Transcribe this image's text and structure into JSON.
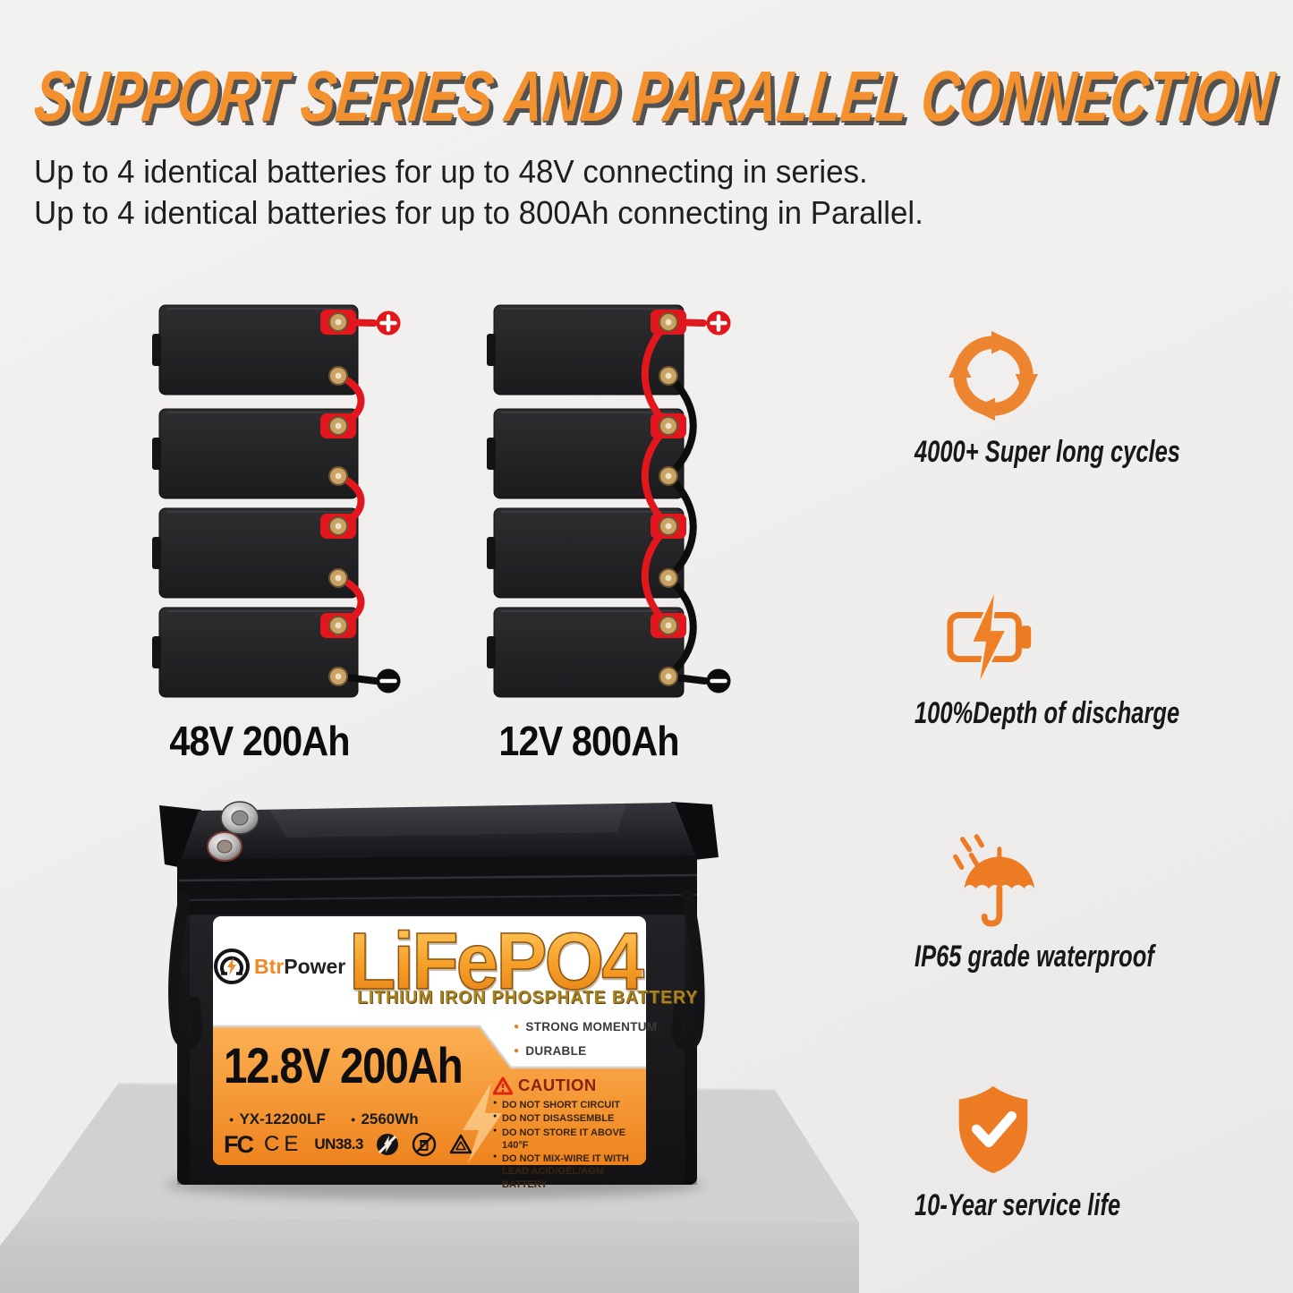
{
  "title": {
    "text": "SUPPORT SERIES AND PARALLEL CONNECTION",
    "color": "#F4912F"
  },
  "intro": {
    "line1": "Up to 4 identical batteries for up to 48V connecting in series.",
    "line2": "Up to 4 identical batteries for up to 800Ah connecting in Parallel."
  },
  "diagrams": {
    "series": {
      "type": "series",
      "battery_count": 4,
      "caption": "48V 200Ah",
      "plus_symbol": "+",
      "minus_symbol": "−",
      "wire_colors": [
        "#E2161D",
        "#0d0d0d"
      ]
    },
    "parallel": {
      "type": "parallel",
      "battery_count": 4,
      "caption": "12V 800Ah",
      "plus_symbol": "+",
      "minus_symbol": "−",
      "wire_colors": [
        "#E2161D",
        "#0d0d0d"
      ]
    }
  },
  "features": [
    {
      "icon": "cycle-arrows-icon",
      "label": "4000+ Super long cycles"
    },
    {
      "icon": "battery-lightning-icon",
      "label": "100%Depth of discharge"
    },
    {
      "icon": "umbrella-rain-icon",
      "label": "IP65 grade waterproof"
    },
    {
      "icon": "shield-check-icon",
      "label": "10-Year service life"
    }
  ],
  "product": {
    "brand": {
      "prefix": "Btr",
      "suffix": "Power"
    },
    "name": "LiFePO4",
    "tagline": "LITHIUM IRON PHOSPHATE BATTERY",
    "highlights": [
      "STRONG MOMENTUM",
      "DURABLE"
    ],
    "spec": "12.8V 200Ah",
    "model": "YX-12200LF",
    "energy": "2560Wh",
    "certifications": {
      "fcc": "FC",
      "ce": "CE",
      "un": "UN38.3"
    },
    "caution": {
      "title": "CAUTION",
      "items": [
        "DO NOT SHORT CIRCUIT",
        "DO NOT DISASSEMBLE",
        "DO NOT STORE IT ABOVE 140°F",
        "DO NOT MIX-WIRE IT WITH LEAD ACID/GEL/AGM BATTERY"
      ]
    }
  },
  "colors": {
    "accent_orange": "#ED8430",
    "wire_red": "#E2161D",
    "label_orange_top": "#FBB053",
    "label_orange_bottom": "#EE831D",
    "background": "#efeeec",
    "pedestal_top": "#d2d1cf",
    "pedestal_front": "#c7c6c4"
  }
}
